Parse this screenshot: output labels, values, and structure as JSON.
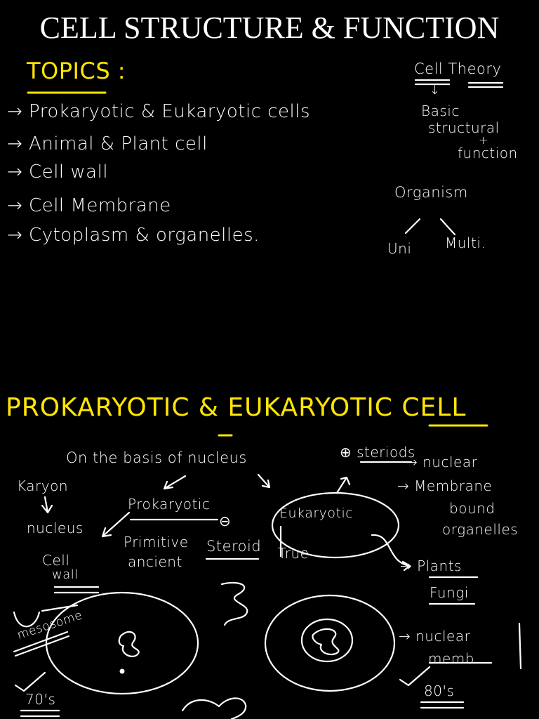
{
  "title": "CELL STRUCTURE & FUNCTION",
  "topics": {
    "heading": "TOPICS :",
    "items": [
      "→ Prokaryotic & Eukaryotic cells",
      "→ Animal & Plant cell",
      "→ Cell wall",
      "→ Cell Membrane",
      "→ Cytoplasm & organelles."
    ]
  },
  "side_notes": {
    "cell_theory": "Cell Theory",
    "down_arrow": "↓",
    "basic": "Basic",
    "structural": "structural",
    "plus": "+",
    "function": "function",
    "organism": "Organism",
    "uni": "Uni",
    "multi": "Multi."
  },
  "section2": {
    "heading": "PROKARYOTIC & EUKARYOTIC CELL",
    "basis": "On the basis of nucleus",
    "steroids": "⊕ steriods",
    "nuclear": "→ nuclear",
    "membrane": "→ Membrane",
    "bound": "bound",
    "organelles": "organelles",
    "karyon": "Karyon",
    "nucleus": "nucleus",
    "cell": "Cell",
    "wall": "wall",
    "prokaryotic": "Prokaryotic",
    "minus": "⊖",
    "primitive": "Primitive",
    "ancient": "ancient",
    "steroid": "Steroid",
    "eukaryotic": "Eukaryotic",
    "true": "True",
    "plants": "→ Plants",
    "fungi": "Fungi",
    "mesosome": "mesosome",
    "nuclear_memb": "→ nuclear",
    "memb": "memb",
    "s70": "70's",
    "s80": "80's"
  }
}
